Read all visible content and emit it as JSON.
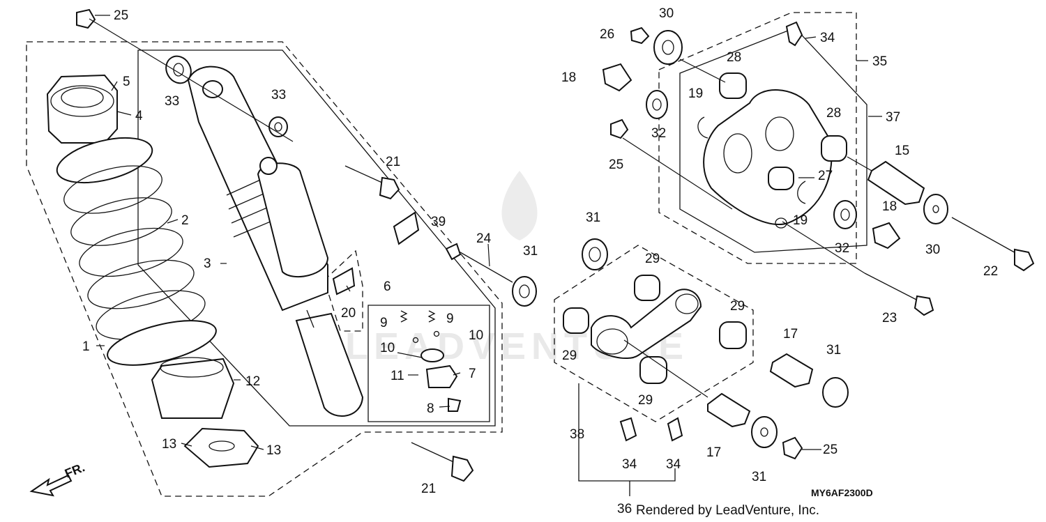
{
  "diagram": {
    "code": "MY6AF2300D",
    "credit": "Rendered by LeadVenture, Inc.",
    "watermark": "LEADVENTURE",
    "direction_label": "FR.",
    "callouts": [
      {
        "id": "c1",
        "text": "1"
      },
      {
        "id": "c2",
        "text": "2"
      },
      {
        "id": "c3",
        "text": "3"
      },
      {
        "id": "c4",
        "text": "4"
      },
      {
        "id": "c5",
        "text": "5"
      },
      {
        "id": "c6",
        "text": "6"
      },
      {
        "id": "c7",
        "text": "7"
      },
      {
        "id": "c8",
        "text": "8"
      },
      {
        "id": "c9a",
        "text": "9"
      },
      {
        "id": "c9b",
        "text": "9"
      },
      {
        "id": "c10a",
        "text": "10"
      },
      {
        "id": "c10b",
        "text": "10"
      },
      {
        "id": "c11",
        "text": "11"
      },
      {
        "id": "c12",
        "text": "12"
      },
      {
        "id": "c13a",
        "text": "13"
      },
      {
        "id": "c13b",
        "text": "13"
      },
      {
        "id": "c15",
        "text": "15"
      },
      {
        "id": "c17a",
        "text": "17"
      },
      {
        "id": "c17b",
        "text": "17"
      },
      {
        "id": "c18a",
        "text": "18"
      },
      {
        "id": "c18b",
        "text": "18"
      },
      {
        "id": "c19a",
        "text": "19"
      },
      {
        "id": "c19b",
        "text": "19"
      },
      {
        "id": "c20",
        "text": "20"
      },
      {
        "id": "c21a",
        "text": "21"
      },
      {
        "id": "c21b",
        "text": "21"
      },
      {
        "id": "c22",
        "text": "22"
      },
      {
        "id": "c23",
        "text": "23"
      },
      {
        "id": "c24",
        "text": "24"
      },
      {
        "id": "c25a",
        "text": "25"
      },
      {
        "id": "c25b",
        "text": "25"
      },
      {
        "id": "c25c",
        "text": "25"
      },
      {
        "id": "c26",
        "text": "26"
      },
      {
        "id": "c27",
        "text": "27"
      },
      {
        "id": "c28a",
        "text": "28"
      },
      {
        "id": "c28b",
        "text": "28"
      },
      {
        "id": "c29a",
        "text": "29"
      },
      {
        "id": "c29b",
        "text": "29"
      },
      {
        "id": "c29c",
        "text": "29"
      },
      {
        "id": "c29d",
        "text": "29"
      },
      {
        "id": "c30a",
        "text": "30"
      },
      {
        "id": "c30b",
        "text": "30"
      },
      {
        "id": "c31a",
        "text": "31"
      },
      {
        "id": "c31b",
        "text": "31"
      },
      {
        "id": "c31c",
        "text": "31"
      },
      {
        "id": "c31d",
        "text": "31"
      },
      {
        "id": "c32a",
        "text": "32"
      },
      {
        "id": "c32b",
        "text": "32"
      },
      {
        "id": "c33a",
        "text": "33"
      },
      {
        "id": "c33b",
        "text": "33"
      },
      {
        "id": "c34a",
        "text": "34"
      },
      {
        "id": "c34b",
        "text": "34"
      },
      {
        "id": "c34c",
        "text": "34"
      },
      {
        "id": "c35",
        "text": "35"
      },
      {
        "id": "c36",
        "text": "36"
      },
      {
        "id": "c37",
        "text": "37"
      },
      {
        "id": "c38",
        "text": "38"
      },
      {
        "id": "c39",
        "text": "39"
      }
    ]
  }
}
